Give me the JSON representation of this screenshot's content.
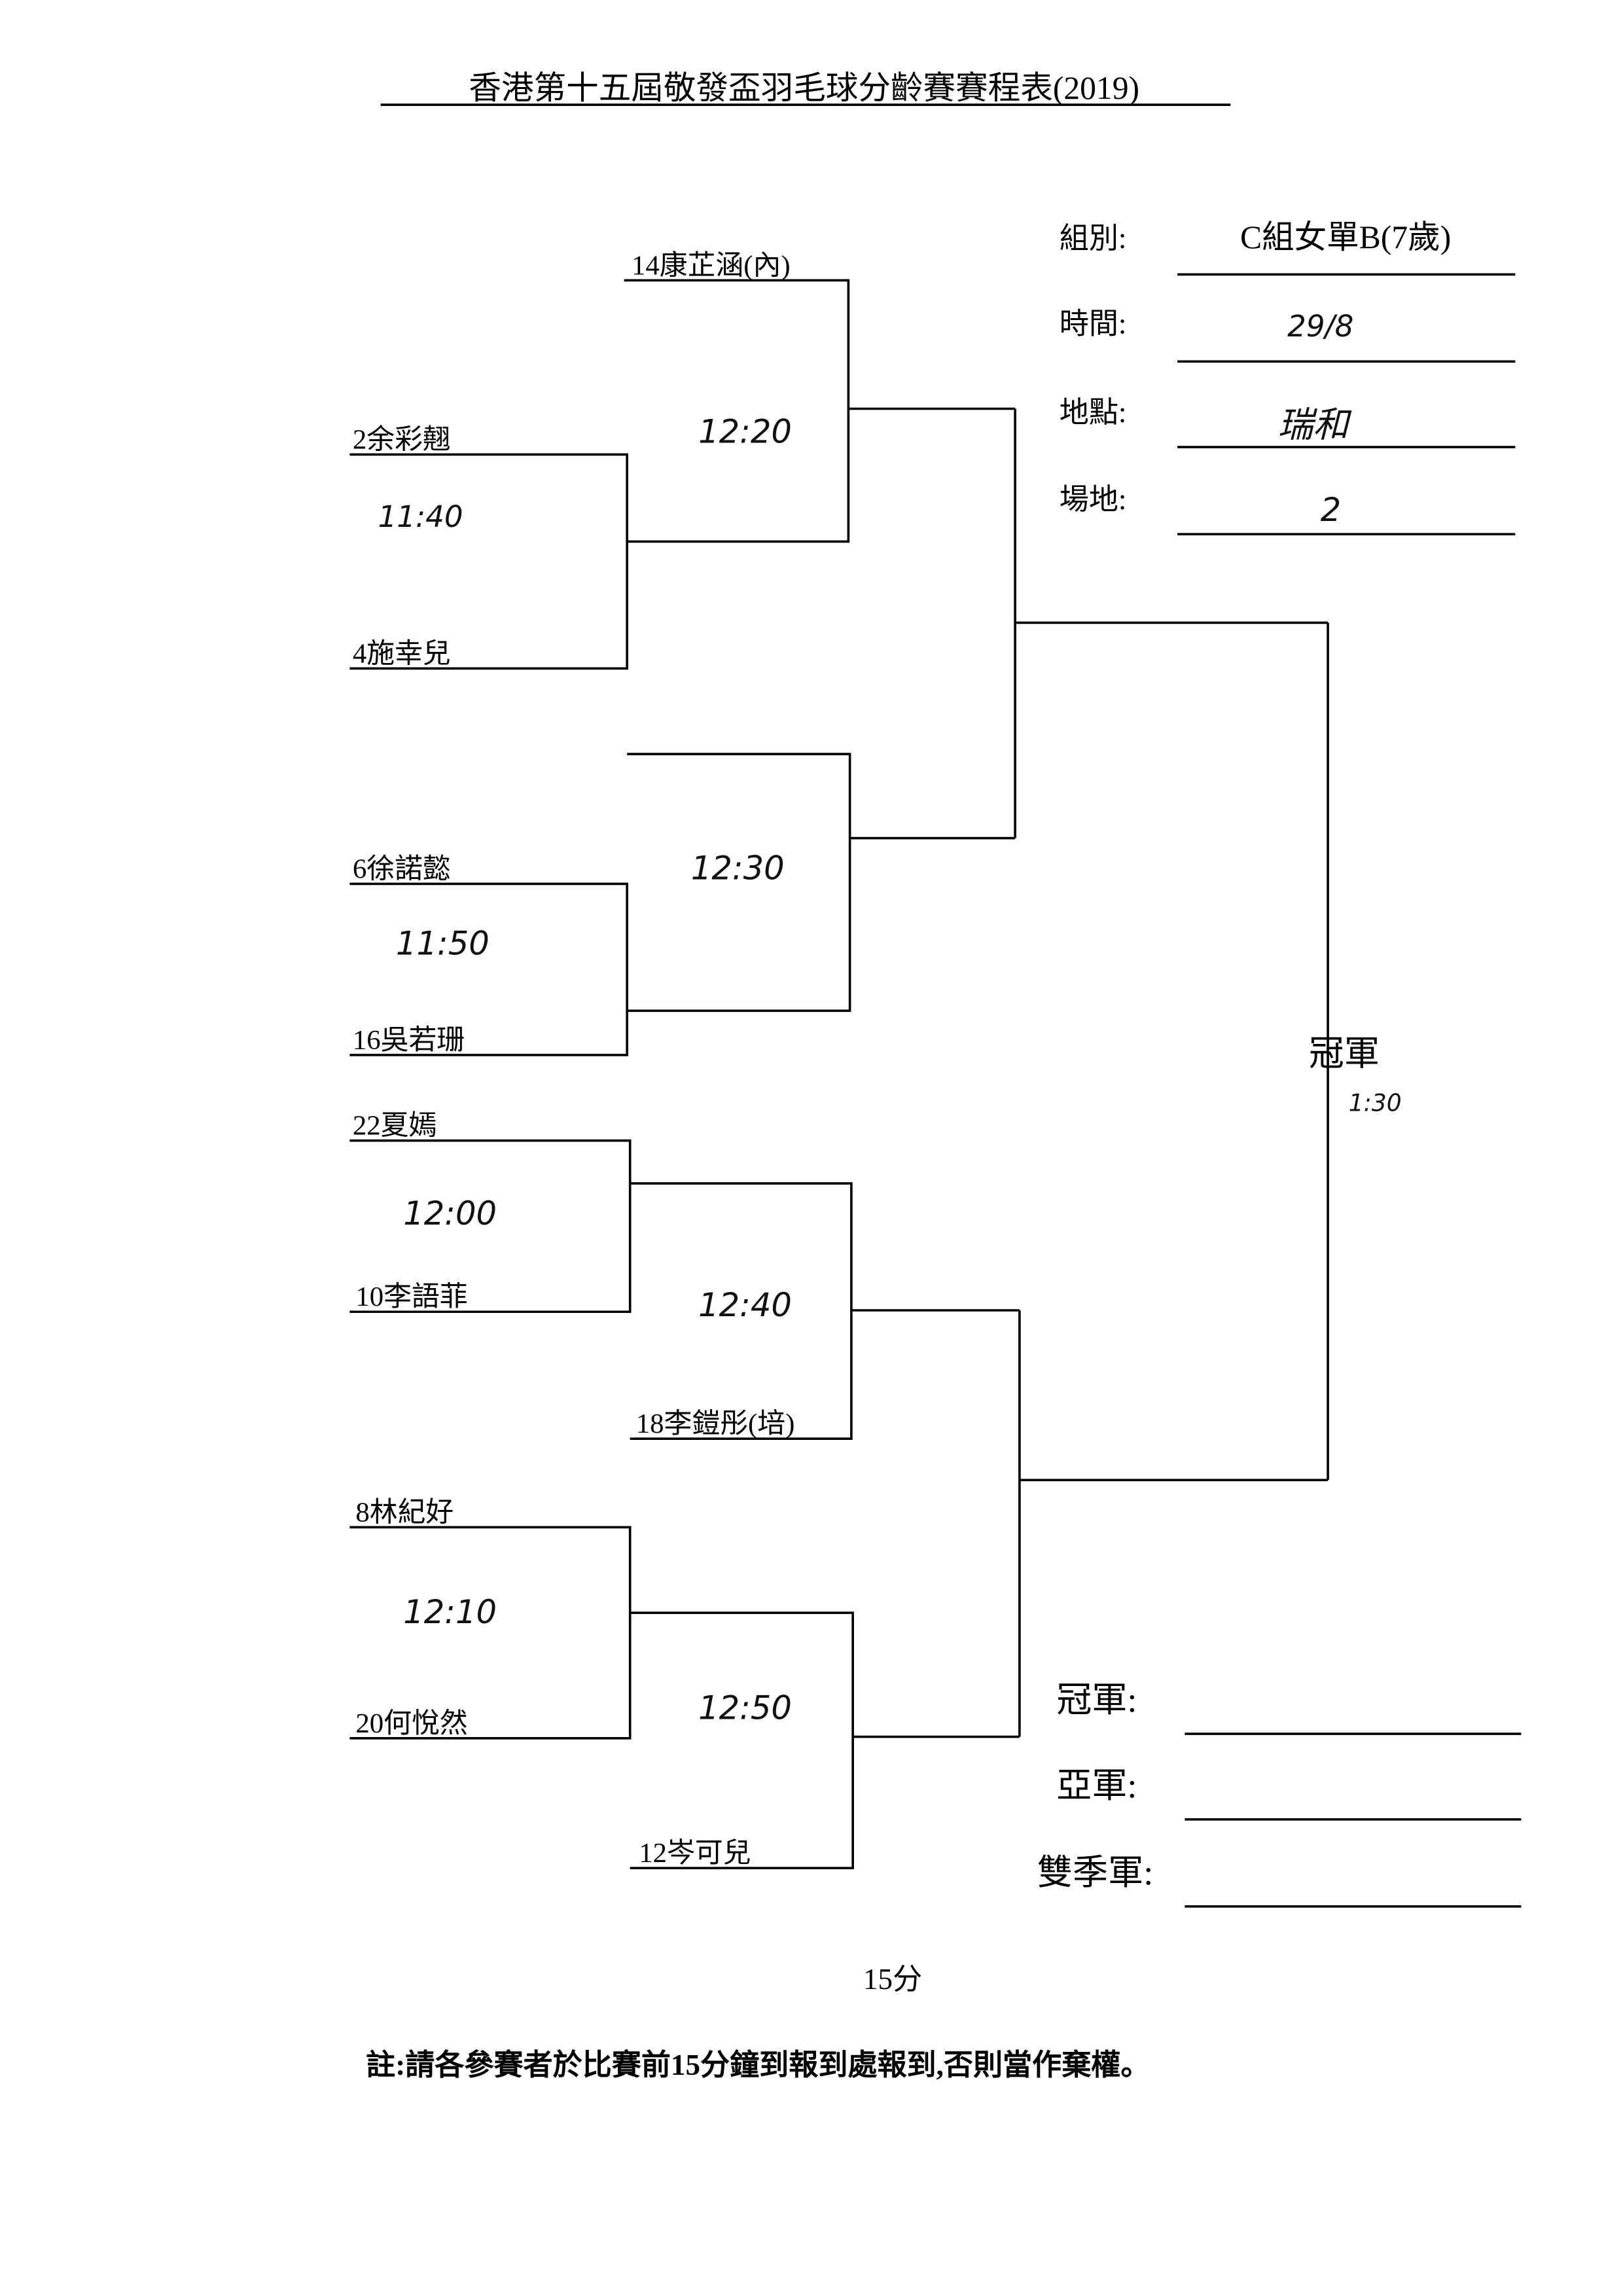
{
  "title": "香港第十五屆敬發盃羽毛球分齡賽賽程表(2019)",
  "info": {
    "group_label": "組別:",
    "group_value": "C組女單B(7歲)",
    "date_label": "時間:",
    "date_value": "29/8",
    "venue_label": "地點:",
    "venue_value": "瑞和",
    "court_label": "場地:",
    "court_value": "2"
  },
  "players": [
    "14康芷涵(內)",
    "2余彩翹",
    "4施幸兒",
    "6徐諾懿",
    "16吳若珊",
    "22夏嫣",
    "10李語菲",
    "18李鎧彤(培)",
    "8林紀好",
    "20何悅然",
    "12岑可兒"
  ],
  "match_times": [
    "11:40",
    "12:20",
    "12:30",
    "11:50",
    "12:00",
    "12:40",
    "12:10",
    "12:50"
  ],
  "final": {
    "label": "冠軍",
    "time": "1:30"
  },
  "results": {
    "champion_label": "冠軍:",
    "runner_up_label": "亞軍:",
    "third_label": "雙季軍:"
  },
  "duration": "15分",
  "note": "註:請各參賽者於比賽前15分鐘到報到處報到,否則當作棄權。"
}
